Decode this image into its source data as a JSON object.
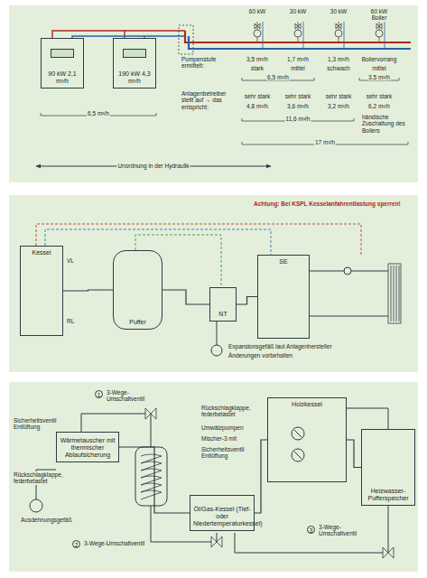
{
  "diagram": {
    "nodes": [
      {
        "text": [
          "90 kW 2,1 m³/h"
        ]
      },
      {
        "text": [
          "190 kW 4,3 m³/h"
        ]
      },
      {
        "text": [
          "Kessel"
        ]
      },
      {
        "text": [
          "Puffer"
        ]
      },
      {
        "text": [
          "NT"
        ]
      },
      {
        "text": [
          "SE"
        ]
      },
      {
        "text": [
          "Wärmetauscher mit thermischer Ablaufsicherung"
        ]
      },
      {
        "text": [
          "Öl/Gas-Kessel (Tief- oder Niedertemperaturkessel)"
        ]
      },
      {
        "text": [
          "Holzkessel"
        ]
      },
      {
        "text": [
          "Heizwasser-Pufferspeicher"
        ]
      }
    ],
    "edges": [
      {
        "from": 2,
        "to": 3,
        "arrow": "none"
      },
      {
        "from": 3,
        "to": 4,
        "arrow": "none"
      },
      {
        "from": 4,
        "to": 5,
        "arrow": "none"
      },
      {
        "from": 6,
        "to": 7,
        "arrow": "none"
      },
      {
        "from": 7,
        "to": 8,
        "arrow": "none"
      },
      {
        "from": 8,
        "to": 9,
        "arrow": "none"
      }
    ],
    "labels": [
      "60 kW",
      "30 kW",
      "30 kW",
      "60 kW Boiler",
      "Pumpenstufe ermittelt:",
      "3,5 m³/h",
      "1,7 m³/h",
      "1,3 m³/h",
      "Boilervorrang",
      "stark",
      "mittel",
      "schwach",
      "mittel",
      "6,5 m³/h",
      "3,5 m³/h",
      "Anlagenbetreiber stellt auf → das entspricht:",
      "sehr stark",
      "sehr stark",
      "sehr stark",
      "sehr stark",
      "4,8 m³/h",
      "3,6 m³/h",
      "3,2 m³/h",
      "6,2 m³/h",
      "11,6 m³/h",
      "händische Zuschaltung des Boilers",
      "17 m³/h",
      "6,5 m³/h",
      "Unordnung in der Hydraulik",
      "Achtung: Bei KSPL Kesselanfahrentlastung sperren!",
      "Expansionsgefäß laut Anlagenhersteller",
      "Änderungen vorbehalten",
      "VL",
      "RL",
      "1",
      "3-Wege-Umschaltventil",
      "Sicherheitsventil Entlüftung",
      "Rückschlagklappe, federbelastet",
      "Ausdehnungsgefäß",
      "2",
      "3-Wege-Umschaltventil",
      "Rückschlagklappe, federbelastet",
      "Umwälzpumpen",
      "Mischer-3 mit",
      "Sicherheitsventil Entlüftung",
      "3",
      "3-Wege-Umschaltventil"
    ]
  }
}
